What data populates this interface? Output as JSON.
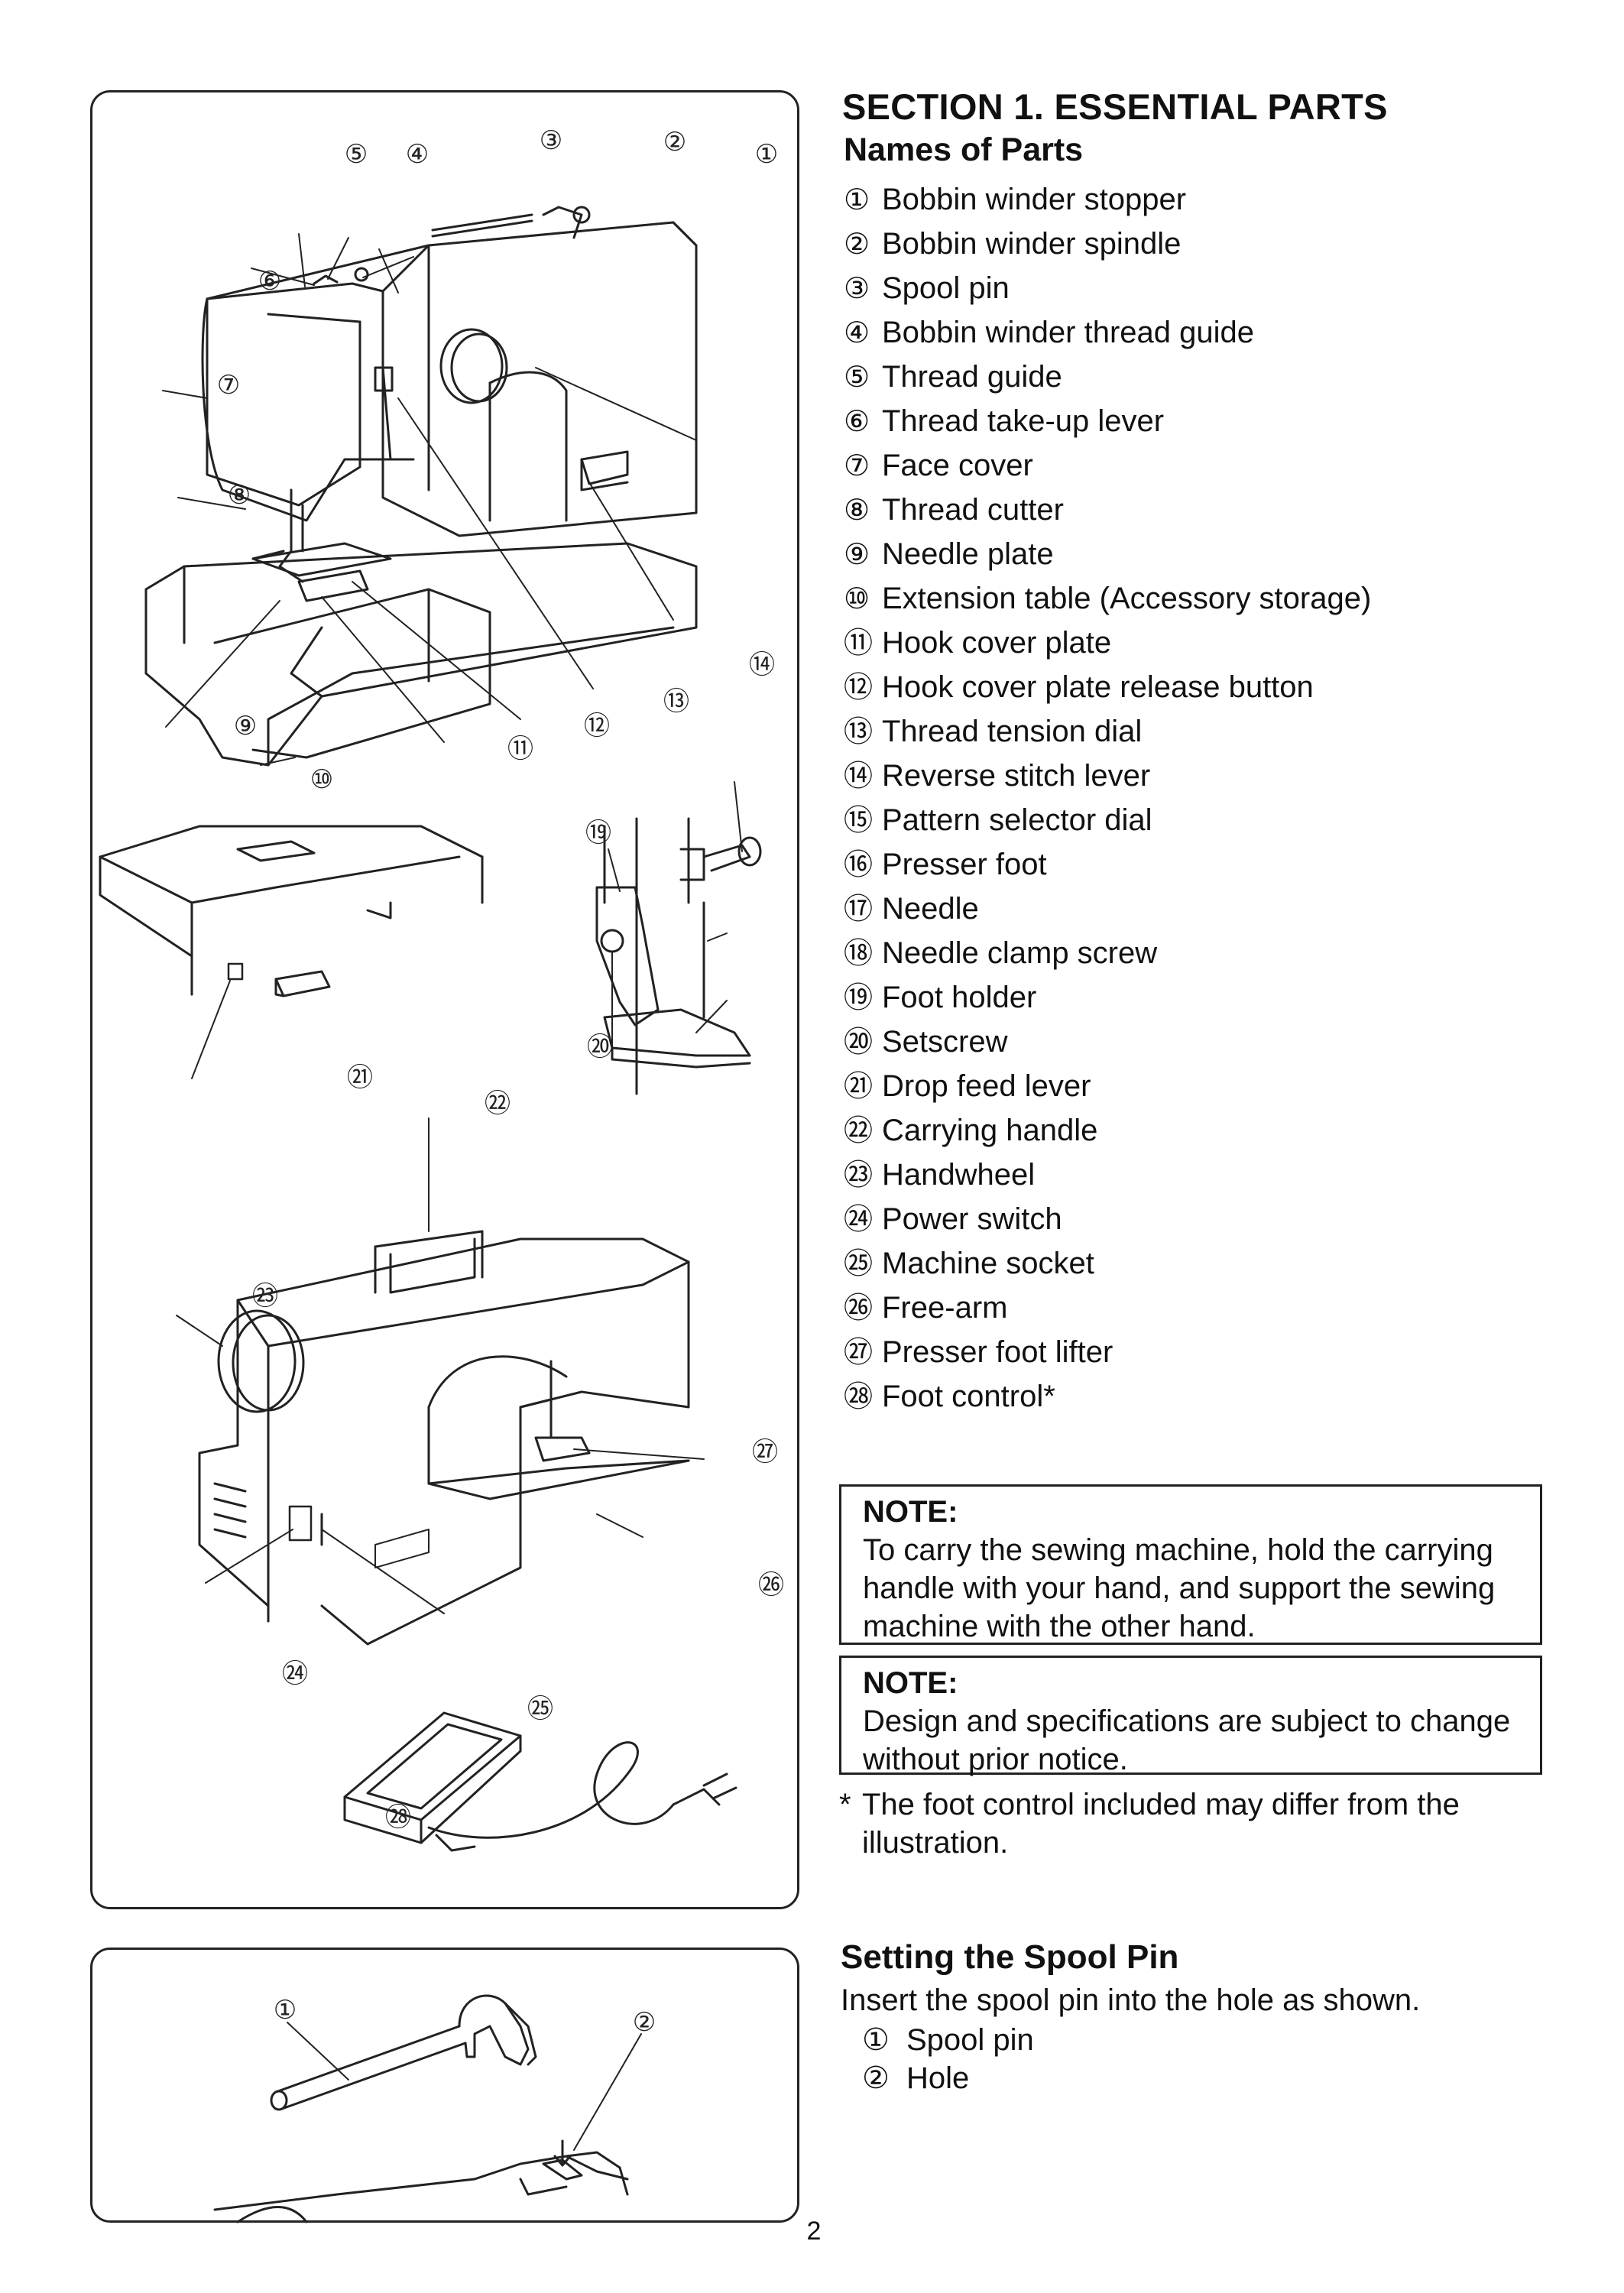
{
  "section_title": "SECTION 1. ESSENTIAL PARTS",
  "names_title": "Names of Parts",
  "parts": [
    {
      "num": "①",
      "label": "Bobbin winder stopper"
    },
    {
      "num": "②",
      "label": "Bobbin winder spindle"
    },
    {
      "num": "③",
      "label": "Spool pin"
    },
    {
      "num": "④",
      "label": "Bobbin winder thread guide"
    },
    {
      "num": "⑤",
      "label": "Thread guide"
    },
    {
      "num": "⑥",
      "label": "Thread take-up lever"
    },
    {
      "num": "⑦",
      "label": "Face cover"
    },
    {
      "num": "⑧",
      "label": "Thread cutter"
    },
    {
      "num": "⑨",
      "label": "Needle plate"
    },
    {
      "num": "⑩",
      "label": "Extension table (Accessory storage)"
    },
    {
      "num": "⑪",
      "label": "Hook cover plate"
    },
    {
      "num": "⑫",
      "label": "Hook cover plate release button"
    },
    {
      "num": "⑬",
      "label": "Thread tension dial"
    },
    {
      "num": "⑭",
      "label": "Reverse stitch lever"
    },
    {
      "num": "⑮",
      "label": "Pattern selector dial"
    },
    {
      "num": "⑯",
      "label": "Presser foot"
    },
    {
      "num": "⑰",
      "label": "Needle"
    },
    {
      "num": "⑱",
      "label": "Needle clamp screw"
    },
    {
      "num": "⑲",
      "label": "Foot holder"
    },
    {
      "num": "⑳",
      "label": "Setscrew"
    },
    {
      "num": "㉑",
      "label": "Drop feed lever"
    },
    {
      "num": "㉒",
      "label": "Carrying handle"
    },
    {
      "num": "㉓",
      "label": "Handwheel"
    },
    {
      "num": "㉔",
      "label": "Power switch"
    },
    {
      "num": "㉕",
      "label": "Machine socket"
    },
    {
      "num": "㉖",
      "label": "Free-arm"
    },
    {
      "num": "㉗",
      "label": "Presser foot lifter"
    },
    {
      "num": "㉘",
      "label": "Foot control*"
    }
  ],
  "notes": [
    {
      "heading": "NOTE:",
      "text": "To carry the sewing machine, hold the carrying handle with your hand, and support the sewing machine with the other hand."
    },
    {
      "heading": "NOTE:",
      "text": "Design and specifications are subject to change without prior notice."
    }
  ],
  "footnote": {
    "mark": "*",
    "text": "The foot control included may differ from the illustration."
  },
  "spool": {
    "title": "Setting the Spool Pin",
    "text": "Insert the spool pin into the hole as shown.",
    "items": [
      {
        "num": "①",
        "label": "Spool pin"
      },
      {
        "num": "②",
        "label": "Hole"
      }
    ]
  },
  "page_number": "2"
}
